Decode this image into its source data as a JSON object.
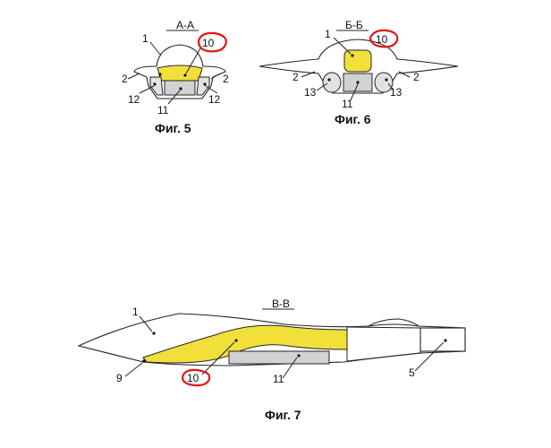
{
  "figures": {
    "fig5": {
      "section_label": "А-А",
      "caption": "Фиг. 5",
      "labels": {
        "body": "1",
        "duct": "10",
        "left_side": "2",
        "right_side": "2",
        "left_bay": "12",
        "right_bay": "12",
        "center_bay": "11"
      }
    },
    "fig6": {
      "section_label": "Б-Б",
      "caption": "Фиг. 6",
      "labels": {
        "body": "1",
        "duct": "10",
        "left_side": "2",
        "right_side": "2",
        "left_bay": "13",
        "right_bay": "13",
        "center_bay": "11"
      }
    },
    "fig7": {
      "section_label": "В-В",
      "caption": "Фиг. 7",
      "labels": {
        "body": "1",
        "nose": "9",
        "duct": "10",
        "bay": "11",
        "nozzle": "5"
      }
    }
  },
  "colors": {
    "duct_fill": "#f2e03a",
    "bay_fill": "#d2d2d2",
    "highlight_circle": "#e01818",
    "line": "#222222"
  }
}
